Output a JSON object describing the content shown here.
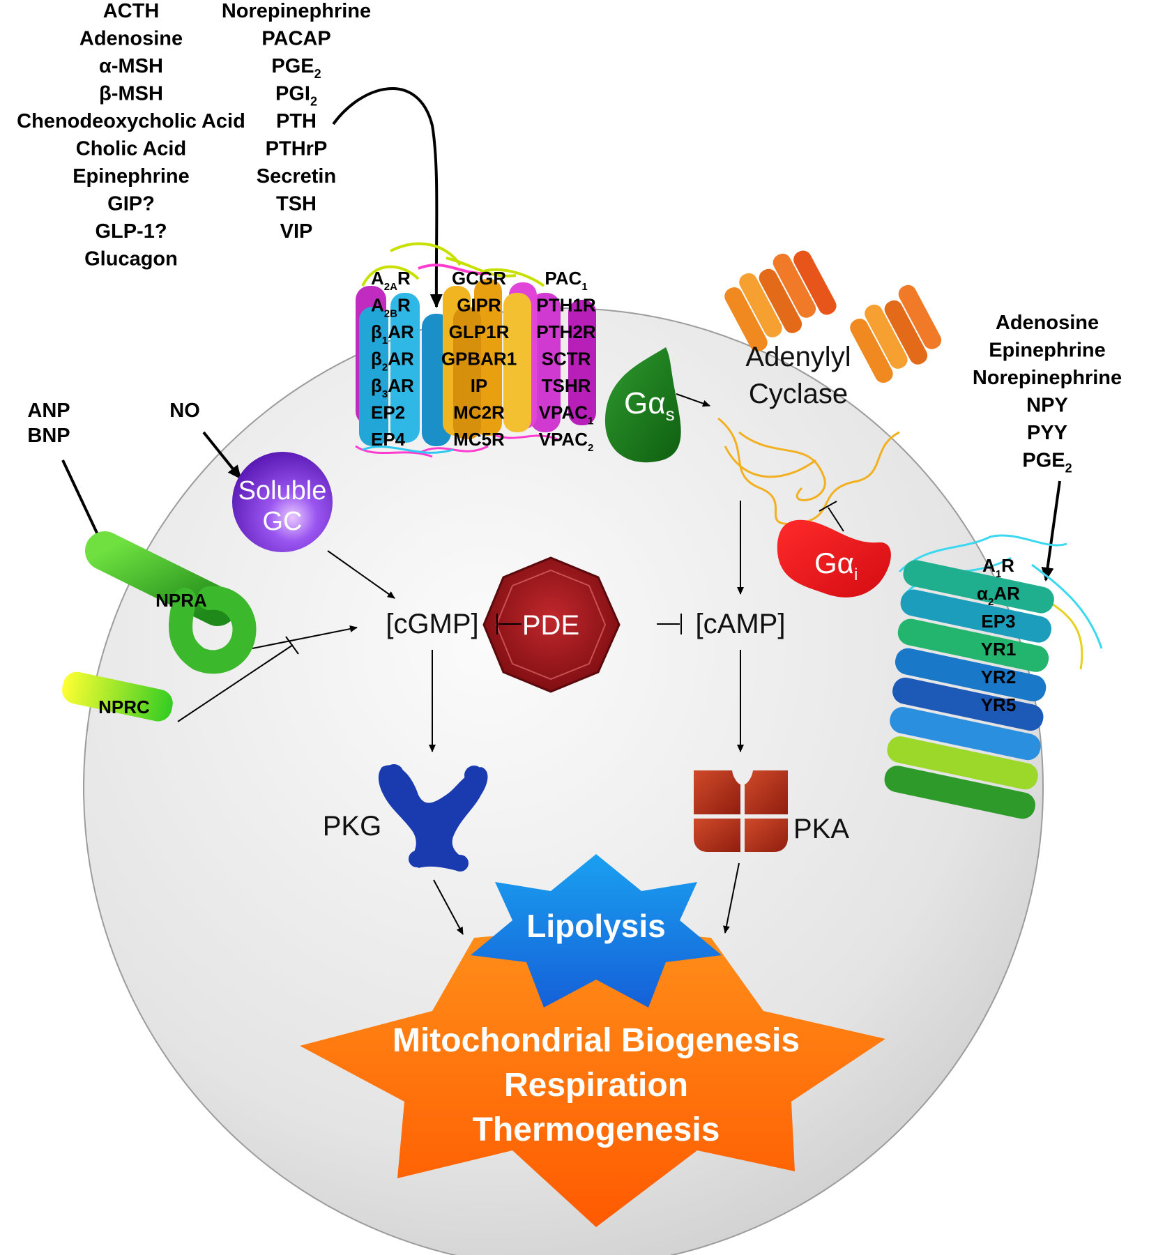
{
  "ligands": {
    "gs_col1": [
      "ACTH",
      "Adenosine",
      "α-MSH",
      "β-MSH",
      "Chenodeoxycholic Acid",
      "Cholic Acid",
      "Epinephrine",
      "GIP?",
      "GLP-1?",
      "Glucagon"
    ],
    "gs_col2": [
      {
        "t": "Norepinephrine"
      },
      {
        "t": "PACAP"
      },
      {
        "t": "PGE",
        "sub": "2"
      },
      {
        "t": "PGI",
        "sub": "2"
      },
      {
        "t": "PTH"
      },
      {
        "t": "PTHrP"
      },
      {
        "t": "Secretin"
      },
      {
        "t": "TSH"
      },
      {
        "t": "VIP"
      }
    ],
    "gi": [
      {
        "t": "Adenosine"
      },
      {
        "t": "Epinephrine"
      },
      {
        "t": "Norepinephrine"
      },
      {
        "t": "NPY"
      },
      {
        "t": "PYY"
      },
      {
        "t": "PGE",
        "sub": "2"
      }
    ],
    "np": [
      "ANP",
      "BNP"
    ],
    "no": "NO"
  },
  "gs_receptors": {
    "col1": [
      {
        "t": "A",
        "sub": "2A",
        "t2": "R"
      },
      {
        "t": "A",
        "sub": "2B",
        "t2": "R"
      },
      {
        "t": "β",
        "sub": "1",
        "t2": "AR"
      },
      {
        "t": "β",
        "sub": "2",
        "t2": "AR"
      },
      {
        "t": "β",
        "sub": "3",
        "t2": "AR"
      },
      {
        "t": "EP2"
      },
      {
        "t": "EP4"
      }
    ],
    "col2": [
      {
        "t": "GCGR"
      },
      {
        "t": "GIPR"
      },
      {
        "t": "GLP1R"
      },
      {
        "t": "GPBAR1"
      },
      {
        "t": "IP"
      },
      {
        "t": "MC2R"
      },
      {
        "t": "MC5R"
      }
    ],
    "col3": [
      {
        "t": "PAC",
        "sub": "1"
      },
      {
        "t": "PTH1R"
      },
      {
        "t": "PTH2R"
      },
      {
        "t": "SCTR"
      },
      {
        "t": "TSHR"
      },
      {
        "t": "VPAC",
        "sub": "1"
      },
      {
        "t": "VPAC",
        "sub": "2"
      }
    ]
  },
  "gi_receptors": [
    {
      "t": "A",
      "sub": "1",
      "t2": "R"
    },
    {
      "t": "α",
      "sub": "2",
      "t2": "AR"
    },
    {
      "t": "EP3"
    },
    {
      "t": "YR1"
    },
    {
      "t": "YR2"
    },
    {
      "t": "YR5"
    }
  ],
  "labels": {
    "gas": "Gα",
    "gas_sub": "s",
    "gai": "Gα",
    "gai_sub": "i",
    "ac_line1": "Adenylyl",
    "ac_line2": "Cyclase",
    "sgc_line1": "Soluble",
    "sgc_line2": "GC",
    "npra": "NPRA",
    "nprc": "NPRC",
    "cgmp": "[cGMP]",
    "camp": "[cAMP]",
    "pde": "PDE",
    "pkg": "PKG",
    "pka": "PKA",
    "lipolysis": "Lipolysis",
    "outcome1": "Mitochondrial Biogenesis",
    "outcome2": "Respiration",
    "outcome3": "Thermogenesis"
  },
  "colors": {
    "cell_fill": "#e6e6e6",
    "gas": "#1f7a1f",
    "gai": "#e8141a",
    "pde": "#a3161a",
    "pka": "#b52a18",
    "pkg": "#1a3bb0",
    "lipolysis": "#1a8fe6",
    "outcome": "#ff7a0a",
    "sgc": "#7a2fd6"
  }
}
